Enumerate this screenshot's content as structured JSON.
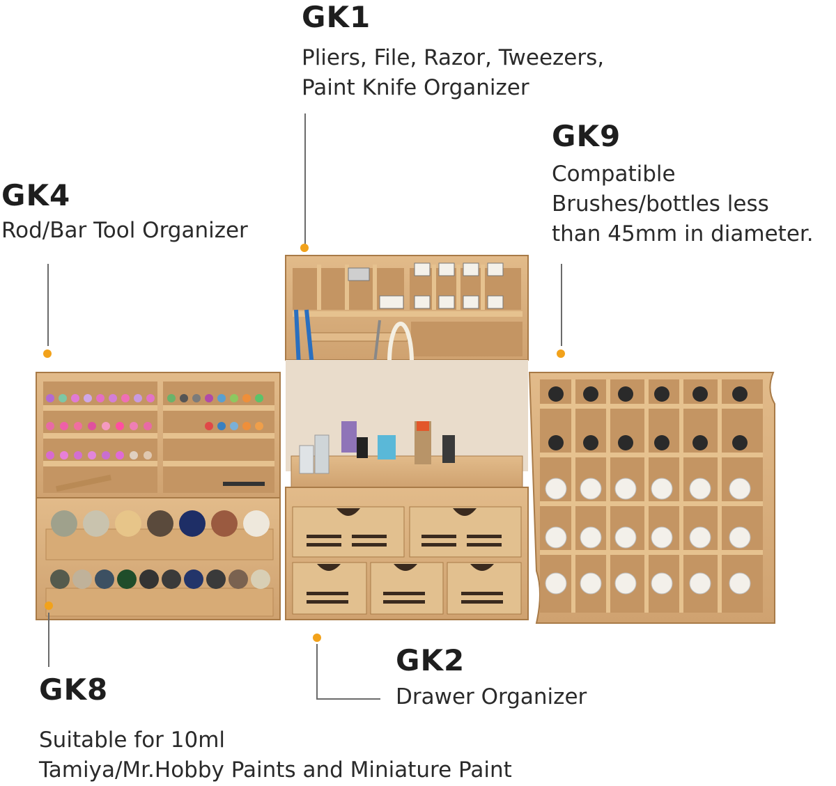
{
  "colors": {
    "accent_dot": "#f2a21b",
    "wood": "#dcb27f",
    "wood_dark": "#b98a55",
    "leader": "#6a6a6a"
  },
  "labels": {
    "gk1": {
      "code": "GK1",
      "line1": "Pliers, File, Razor, Tweezers,",
      "line2": "Paint Knife Organizer"
    },
    "gk9": {
      "code": "GK9",
      "line1": "Compatible",
      "line2": "Brushes/bottles less",
      "line3": "than 45mm in diameter."
    },
    "gk4": {
      "code": "GK4",
      "line1": "Rod/Bar Tool Organizer"
    },
    "gk2": {
      "code": "GK2",
      "line1": "Drawer Organizer"
    },
    "gk8": {
      "code": "GK8",
      "line1": "Suitable for 10ml",
      "line2": "Tamiya/Mr.Hobby Paints and Miniature Paint"
    }
  },
  "icons": [
    "leader-dot-icon"
  ]
}
